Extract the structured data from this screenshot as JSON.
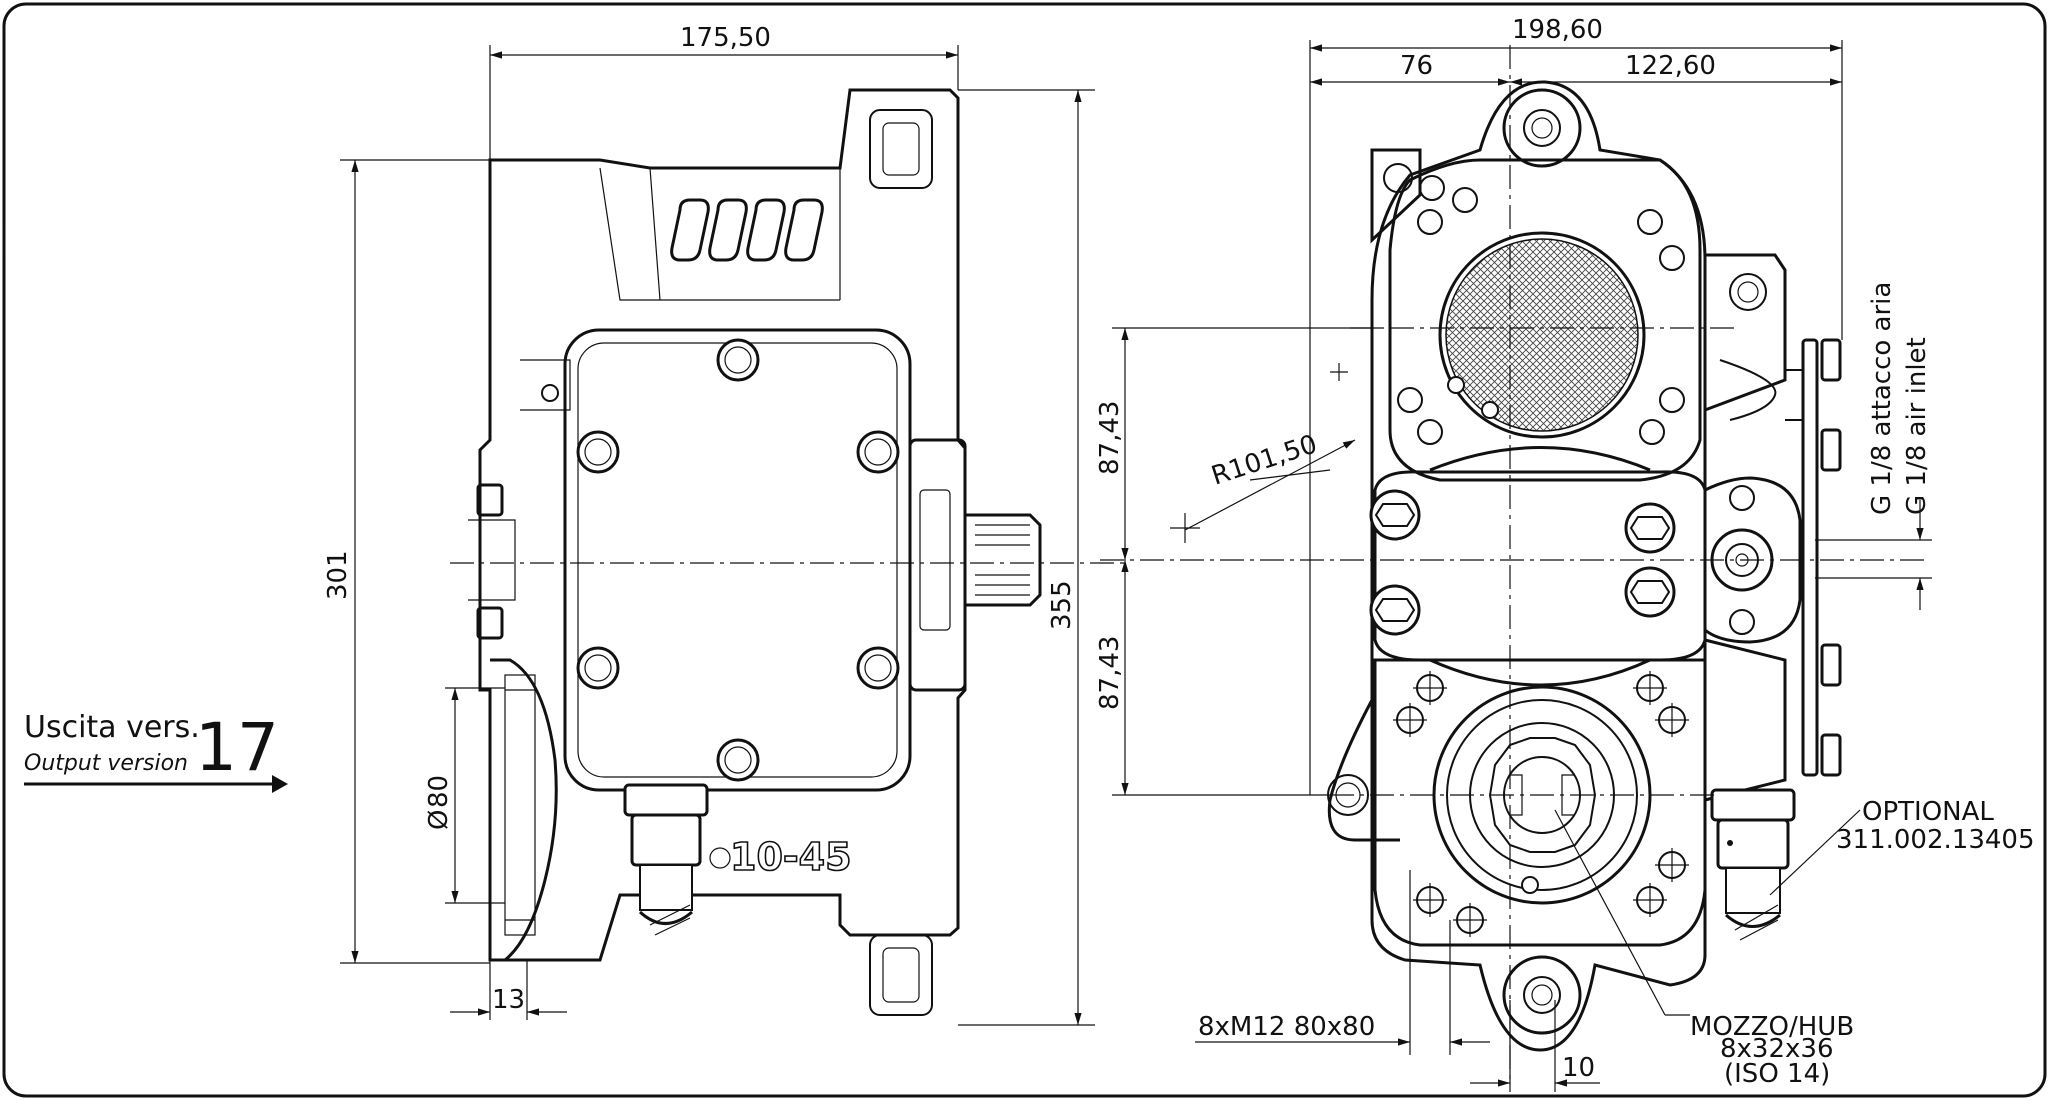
{
  "colors": {
    "line": "#111111",
    "background": "#ffffff",
    "hatch": "#444444"
  },
  "version_block": {
    "title_it": "Uscita vers.",
    "title_en": "Output version",
    "number": "17",
    "arrow_icon": "right-arrow-icon"
  },
  "side_view": {
    "dim_width": "175,50",
    "dim_height_left": "301",
    "dim_height_right": "355",
    "dim_diameter": "80",
    "diameter_symbol": "Ø",
    "dim_flange": "13",
    "cast_text": "10-45"
  },
  "front_view": {
    "dim_total": "198,60",
    "dim_left": "76",
    "dim_right": "122,60",
    "dim_upper": "87,43",
    "dim_lower": "87,43",
    "radius": "R101,50",
    "air_it": "G 1/8 attacco aria",
    "air_en": "G 1/8 air inlet",
    "optional_1": "OPTIONAL",
    "optional_2": "311.002.13405",
    "bolts": "8xM12 80x80",
    "hub_1": "MOZZO/HUB",
    "hub_2": "8x32x36",
    "hub_3": "(ISO 14)",
    "dim_key": "10"
  }
}
